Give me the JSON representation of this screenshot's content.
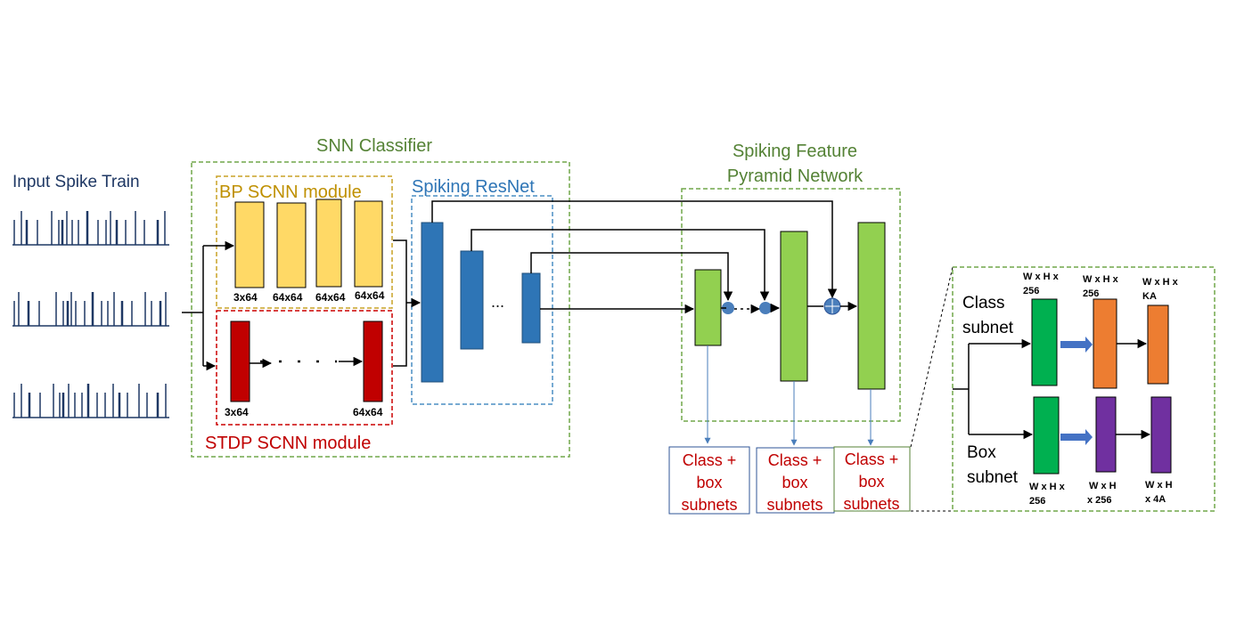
{
  "titles": {
    "input": "Input Spike Train",
    "snn_classifier": "SNN Classifier",
    "bp_module": "BP SCNN module",
    "stdp_module": "STDP SCNN module",
    "resnet": "Spiking ResNet",
    "fpn_line1": "Spiking Feature",
    "fpn_line2": "Pyramid Network"
  },
  "bp_blocks": [
    "3x64",
    "64x64",
    "64x64",
    "64x64"
  ],
  "stdp_blocks": [
    "3x64",
    "64x64"
  ],
  "ellipsis": "...",
  "heads": {
    "line1": "Class +",
    "line2": "box",
    "line3": "subnets"
  },
  "subnets": {
    "class_line1": "Class",
    "class_line2": "subnet",
    "box_line1": "Box",
    "box_line2": "subnet",
    "class_dims": [
      [
        "W x H x",
        "256"
      ],
      [
        "W x H x",
        "256"
      ],
      [
        "W x H x",
        "KA"
      ]
    ],
    "box_dims": [
      [
        "W x H x",
        "256"
      ],
      [
        "W x H",
        "x 256"
      ],
      [
        "W x H",
        "x 4A"
      ]
    ]
  },
  "colors": {
    "green_dash": "#70a74a",
    "gold_dash": "#c9a227",
    "red_dash": "#cc0000",
    "blue_dash": "#4a8ec4",
    "yellow_block": "#ffd966",
    "red_block": "#c00000",
    "blue_block": "#2e75b6",
    "light_green_block": "#92d050",
    "green_block": "#00b050",
    "orange_block": "#ed7d31",
    "purple_block": "#7030a0",
    "spike_navy": "#1f3864",
    "title_green": "#548235",
    "title_blue": "#2e75b6",
    "title_red": "#c00000",
    "title_gold": "#bf9000"
  }
}
